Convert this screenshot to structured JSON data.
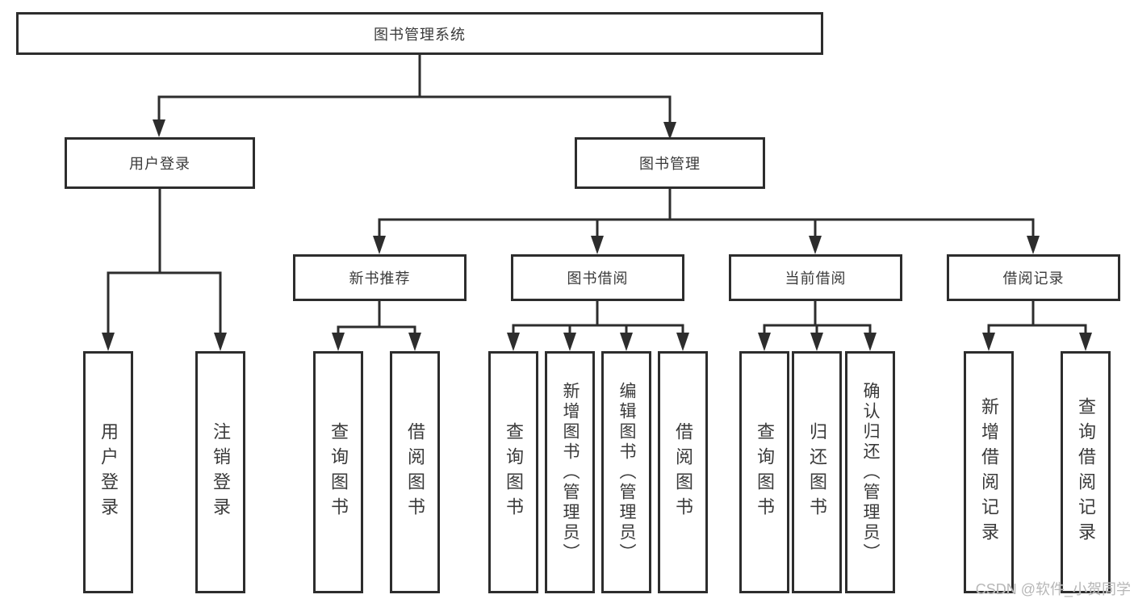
{
  "diagram": {
    "root": "图书管理系统",
    "branches": {
      "user_login": "用户登录",
      "book_management": "图书管理"
    },
    "sections": {
      "new_books": "新书推荐",
      "borrowing": "图书借阅",
      "current": "当前借阅",
      "records": "借阅记录"
    },
    "leaves": {
      "user_login": "用户登录",
      "logout": "注销登录",
      "nb_query": "查询图书",
      "nb_borrow": "借阅图书",
      "bw_query": "查询图书",
      "bw_add": "新增图书（管理员）",
      "bw_edit": "编辑图书（管理员）",
      "bw_borrow": "借阅图书",
      "cur_query": "查询图书",
      "cur_return": "归还图书",
      "cur_confirm": "确认归还（管理员）",
      "rec_add": "新增借阅记录",
      "rec_query": "查询借阅记录"
    }
  },
  "watermark": "CSDN @软件_小贺同学",
  "colors": {
    "line": "#2d2d2d",
    "text": "#3a3a3a",
    "watermark": "#b7b7b7",
    "background": "#ffffff"
  }
}
